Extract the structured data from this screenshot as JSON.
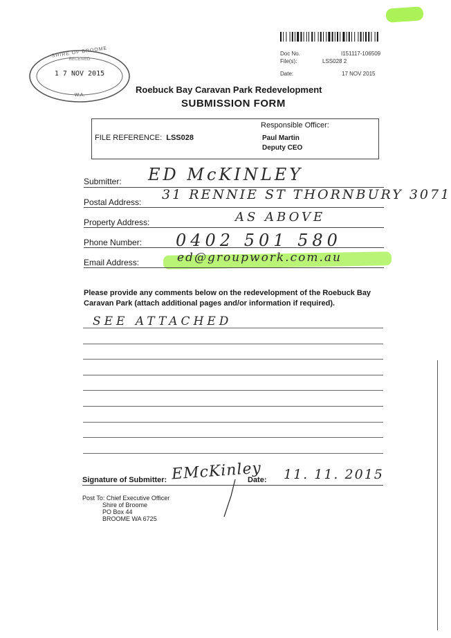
{
  "barcode": {
    "present": true
  },
  "doc_meta": {
    "doc_no_label": "Doc No.",
    "doc_no_value": "I151117-106509",
    "files_label": "File(s):",
    "files_value": "LSS028 2",
    "date_label": "Date:",
    "date_value": "17 NOV 2015"
  },
  "stamp": {
    "top_text": "SHIRE OF BROOME",
    "middle_text": "RECEIVED",
    "date": "1 7 NOV 2015",
    "bottom_text": "W.A."
  },
  "header": {
    "project_title": "Roebuck Bay Caravan Park Redevelopment",
    "form_title": "SUBMISSION FORM"
  },
  "reference_box": {
    "file_reference_label": "FILE REFERENCE:",
    "file_reference_value": "LSS028",
    "responsible_officer_label": "Responsible Officer:",
    "officer_name": "Paul Martin",
    "officer_title": "Deputy CEO"
  },
  "fields": {
    "submitter_label": "Submitter:",
    "submitter_value": "ED McKINLEY",
    "postal_label": "Postal Address:",
    "postal_value": "31 RENNIE ST THORNBURY 3071",
    "property_label": "Property Address:",
    "property_value": "AS ABOVE",
    "phone_label": "Phone Number:",
    "phone_value": "0402 501 580",
    "email_label": "Email Address:",
    "email_value": "ed@groupwork.com.au"
  },
  "comments": {
    "prompt": "Please provide any comments below on the redevelopment of the Roebuck Bay Caravan Park (attach additional pages and/or information if required).",
    "entry": "SEE ATTACHED"
  },
  "signature": {
    "label": "Signature of Submitter:",
    "signature_text": "EMcKinley",
    "date_label": "Date:",
    "date_value": "11. 11. 2015"
  },
  "post_to": {
    "line1": "Post To: Chief Executive Officer",
    "line2": "Shire of Broome",
    "line3": "PO Box 44",
    "line4": "BROOME WA 6725"
  },
  "colors": {
    "highlighter": "#9cf03c",
    "ink": "#2a2a2a"
  }
}
